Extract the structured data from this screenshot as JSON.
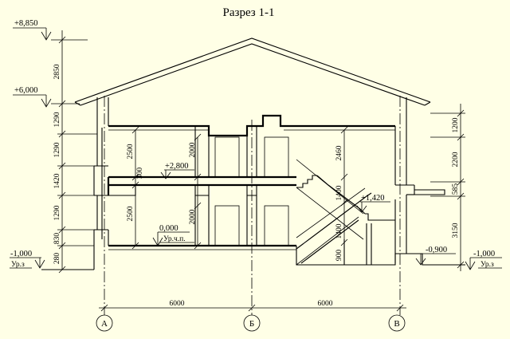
{
  "title": "Разрез 1-1",
  "levels": {
    "ridge": "+8,850",
    "eaves": "+6,000",
    "floor2": "+2,800",
    "landing": "+1,420",
    "floor1": "0,000",
    "ground_left": "-1,000",
    "ground_right": "-1,000",
    "entry": "-0,900"
  },
  "level_notes": {
    "ground_left": "Ур.з",
    "ground_right": "Ур.з",
    "floor1": "Ур.ч.п."
  },
  "dims_left": [
    "2850",
    "1290",
    "1290",
    "1420",
    "1290",
    "830",
    "280"
  ],
  "dims_right": [
    "1200",
    "2200",
    "585",
    "3150"
  ],
  "dims_inner": {
    "room1_upper": "2500",
    "room1_lower": "2500",
    "slab": "300",
    "door_upper": "2000",
    "door_lower": "2000",
    "stair_upper": "2460",
    "stair_flight_upper": "1400",
    "stair_flight_lower": "1400",
    "stair_bottom": "900"
  },
  "dims_bottom": [
    "6000",
    "6000"
  ],
  "axes": [
    "А",
    "Б",
    "В"
  ]
}
